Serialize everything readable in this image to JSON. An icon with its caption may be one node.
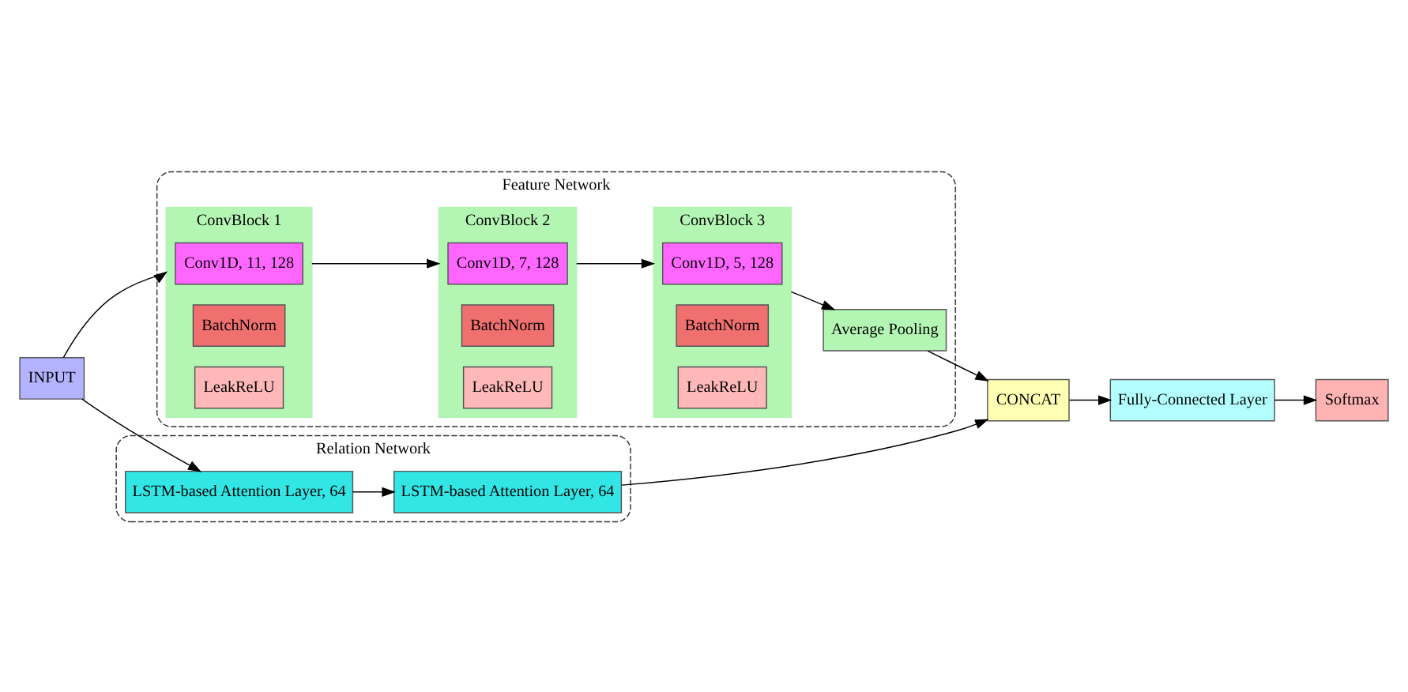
{
  "diagram": {
    "nodes": [
      {
        "text": [
          "INPUT"
        ]
      },
      {
        "text": [
          "Feature Network"
        ]
      },
      {
        "text": [
          "ConvBlock 1"
        ],
        "in": 1
      },
      {
        "text": [
          "Conv1D, 11, 128"
        ],
        "in": 2
      },
      {
        "text": [
          "BatchNorm"
        ],
        "in": 2
      },
      {
        "text": [
          "LeakReLU"
        ],
        "in": 2
      },
      {
        "text": [
          "ConvBlock 2"
        ],
        "in": 1
      },
      {
        "text": [
          "Conv1D, 7, 128"
        ],
        "in": 6
      },
      {
        "text": [
          "BatchNorm"
        ],
        "in": 6
      },
      {
        "text": [
          "LeakReLU"
        ],
        "in": 6
      },
      {
        "text": [
          "ConvBlock 3"
        ],
        "in": 1
      },
      {
        "text": [
          "Conv1D, 5, 128"
        ],
        "in": 10
      },
      {
        "text": [
          "BatchNorm"
        ],
        "in": 10
      },
      {
        "text": [
          "LeakReLU"
        ],
        "in": 10
      },
      {
        "text": [
          "Average Pooling"
        ],
        "in": 1
      },
      {
        "text": [
          "Relation Network"
        ]
      },
      {
        "text": [
          "LSTM-based Attention Layer, 64"
        ],
        "in": 15
      },
      {
        "text": [
          "LSTM-based Attention Layer, 64"
        ],
        "in": 15
      },
      {
        "text": [
          "CONCAT"
        ]
      },
      {
        "text": [
          "Fully-Connected Layer"
        ]
      },
      {
        "text": [
          "Softmax"
        ]
      }
    ],
    "edges": [
      {
        "from": 0,
        "to": 2,
        "arrow": "to"
      },
      {
        "from": 2,
        "to": 6,
        "arrow": "to"
      },
      {
        "from": 6,
        "to": 10,
        "arrow": "to"
      },
      {
        "from": 10,
        "to": 14,
        "arrow": "to"
      },
      {
        "from": 14,
        "to": 18,
        "arrow": "to"
      },
      {
        "from": 0,
        "to": 16,
        "arrow": "to"
      },
      {
        "from": 16,
        "to": 17,
        "arrow": "to"
      },
      {
        "from": 17,
        "to": 18,
        "arrow": "to"
      },
      {
        "from": 18,
        "to": 19,
        "arrow": "to"
      },
      {
        "from": 19,
        "to": 20,
        "arrow": "to"
      }
    ]
  }
}
